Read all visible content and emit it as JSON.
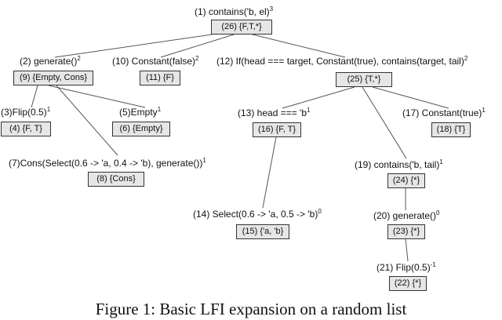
{
  "caption": "Figure 1: Basic LFI expansion on a random list",
  "nodes": {
    "n1": {
      "label": "(1) contains('b, el)",
      "sup": "3",
      "value": "(26) {F,T,*}"
    },
    "n2": {
      "label": "(2) generate()",
      "sup": "2",
      "value": "(9) {Empty, Cons}"
    },
    "n10": {
      "label": "(10) Constant(false)",
      "sup": "2",
      "value": "(11) {F}"
    },
    "n12": {
      "label": "(12) If(head === target, Constant(true), contains(target, tail)",
      "sup": "2",
      "value": "(25) {T,*}"
    },
    "n3": {
      "label": "(3)Flip(0.5)",
      "sup": "1",
      "value": "(4) {F, T}"
    },
    "n5": {
      "label": "(5)Empty",
      "sup": "1",
      "value": "(6) {Empty}"
    },
    "n7": {
      "label": "(7)Cons(Select(0.6 -> 'a, 0.4 -> 'b), generate())",
      "sup": "1",
      "value": "(8) {Cons}"
    },
    "n13": {
      "label": "(13) head === 'b",
      "sup": "1",
      "value": "(16) {F, T}"
    },
    "n17": {
      "label": "(17) Constant(true)",
      "sup": "1",
      "value": "(18) {T}"
    },
    "n19": {
      "label": "(19) contains('b, tail)",
      "sup": "1",
      "value": "(24) {*}"
    },
    "n14": {
      "label": "(14) Select(0.6 -> 'a, 0.5 -> 'b)",
      "sup": "0",
      "value": "(15) {'a, 'b}"
    },
    "n20": {
      "label": "(20) generate()",
      "sup": "0",
      "value": "(23) {*}"
    },
    "n21": {
      "label": "(21) Flip(0.5)",
      "sup": "-1",
      "value": "(22) {*}"
    }
  }
}
